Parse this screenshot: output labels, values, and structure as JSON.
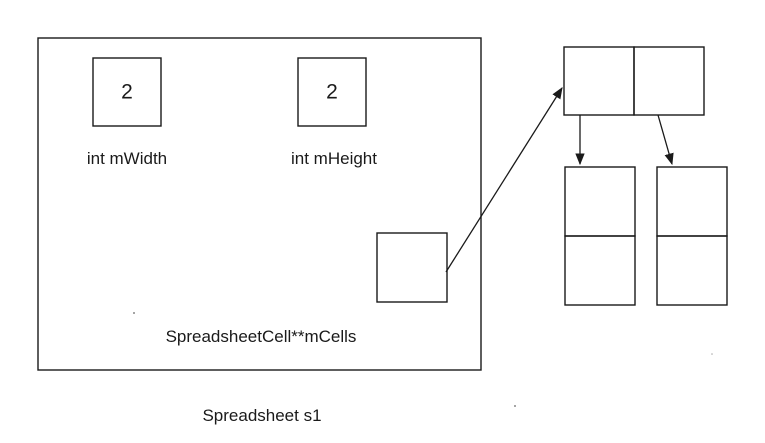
{
  "spreadsheet": {
    "caption": "Spreadsheet s1",
    "width_field": {
      "value": "2",
      "label": "int mWidth"
    },
    "height_field": {
      "value": "2",
      "label": "int mHeight"
    },
    "cells_field": {
      "label": "SpreadsheetCell**mCells"
    }
  },
  "colors": {
    "ink": "#1a1a1a",
    "background": "#ffffff"
  }
}
